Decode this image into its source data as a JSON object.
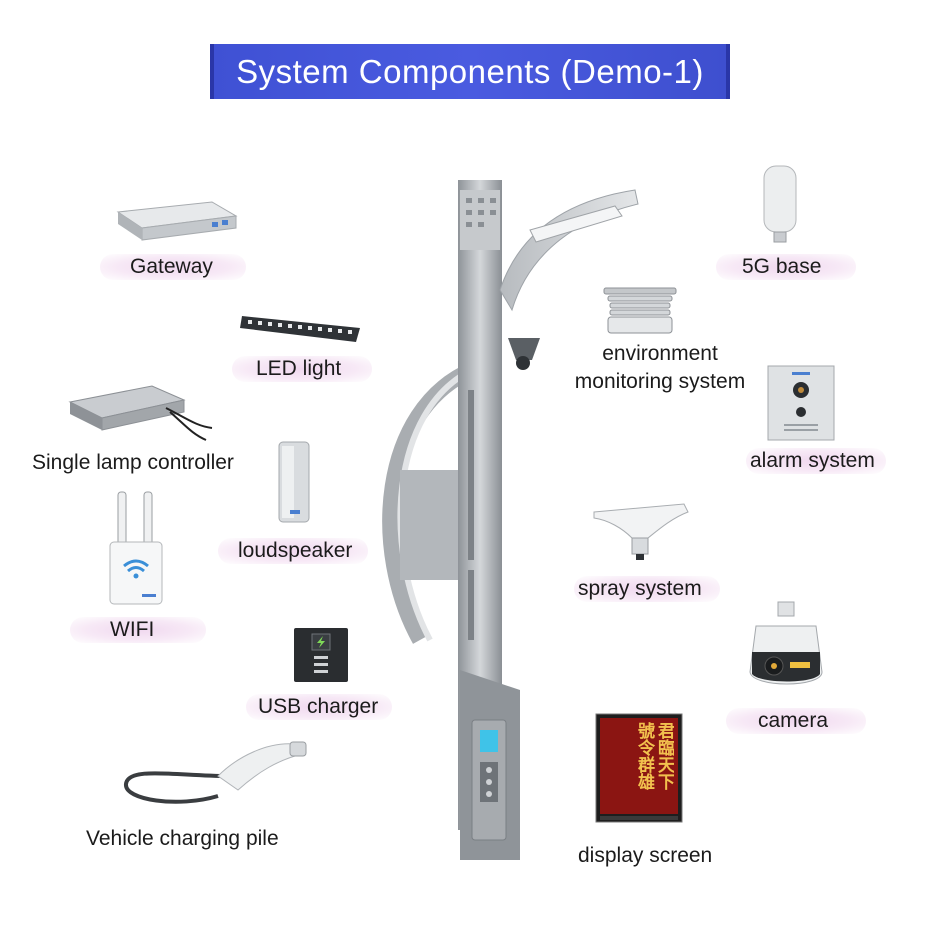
{
  "title": "System Components (Demo-1)",
  "components": {
    "gateway": "Gateway",
    "led_light": "LED light",
    "single_lamp_controller": "Single lamp controller",
    "loudspeaker": "loudspeaker",
    "wifi": "WIFI",
    "usb_charger": "USB charger",
    "vehicle_charging_pile": "Vehicle charging pile",
    "fiveg_base": "5G base",
    "environment_line1": "environment",
    "environment_line2": "monitoring system",
    "alarm_system": "alarm system",
    "spray_system": "spray system",
    "camera": "camera",
    "display_screen": "display screen"
  },
  "display_screen_text": "君臨天下 號令群雄",
  "colors": {
    "title_bg": "#4a5be0",
    "title_text": "#ffffff",
    "pill": "#f3def1",
    "pole": "#9ea3a8"
  }
}
